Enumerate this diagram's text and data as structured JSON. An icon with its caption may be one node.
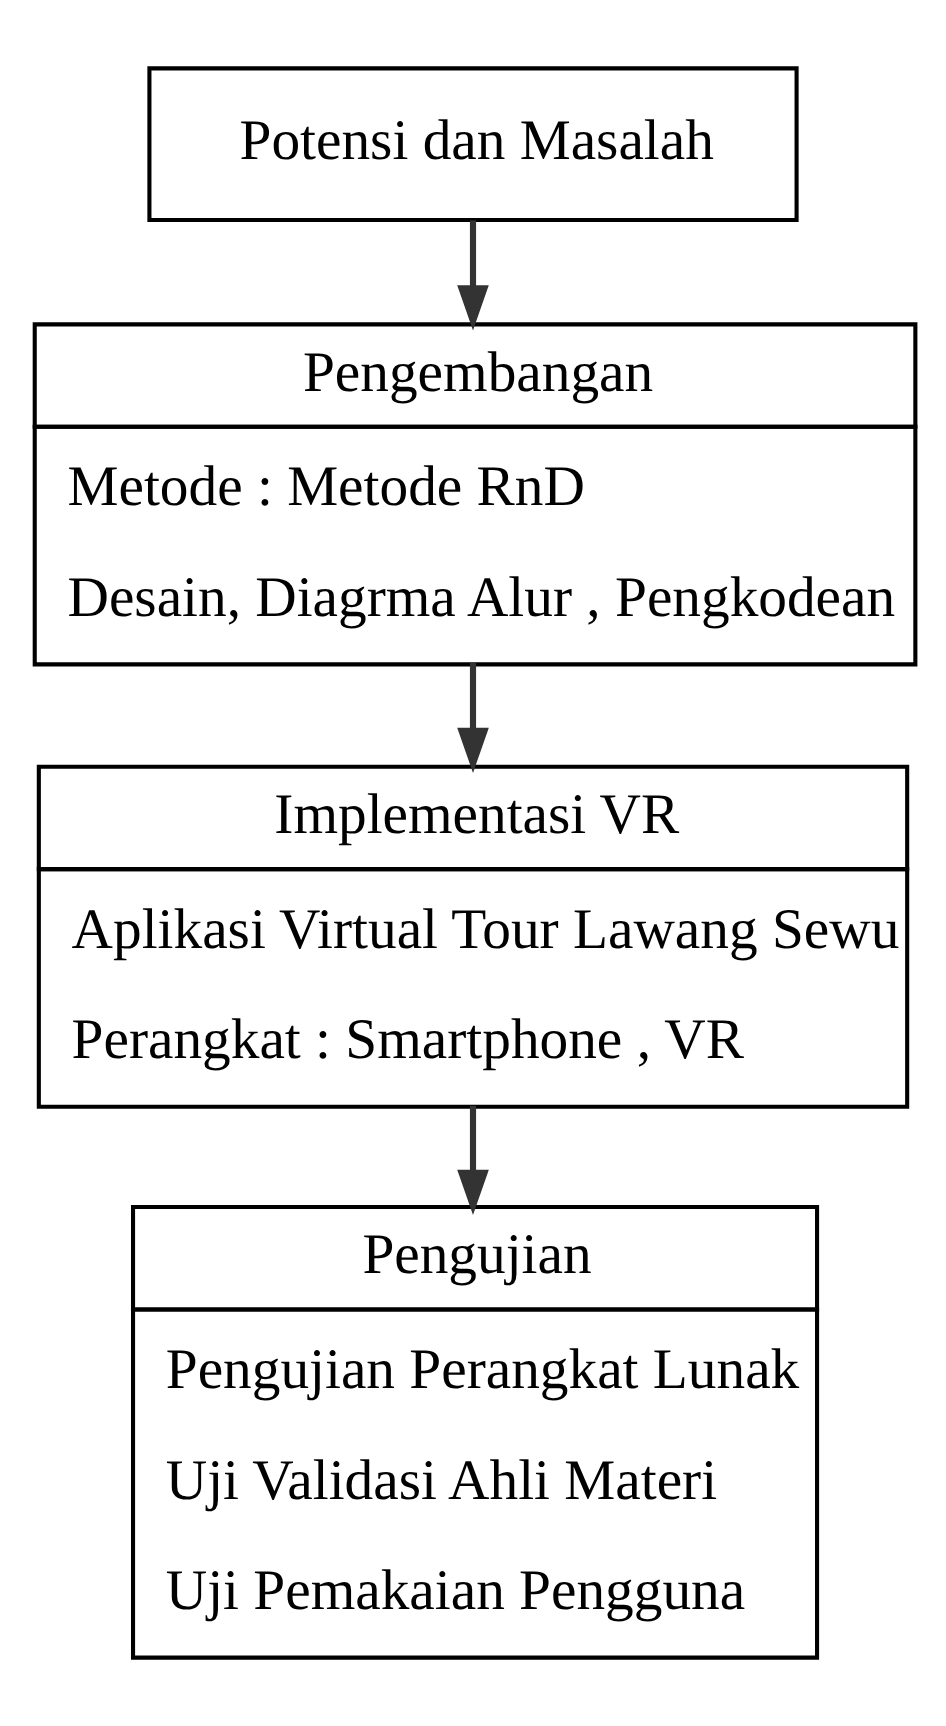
{
  "diagram": {
    "nodes": [
      {
        "text": [
          "Potensi dan Masalah"
        ]
      },
      {
        "text": [
          "Pengembangan",
          "Metode : Metode RnD",
          "Desain, Diagrma Alur , Pengkodean"
        ]
      },
      {
        "text": [
          "Implementasi VR",
          "Aplikasi Virtual Tour Lawang Sewu",
          "Perangkat : Smartphone , VR"
        ]
      },
      {
        "text": [
          "Pengujian",
          "Pengujian Perangkat Lunak",
          "Uji Validasi Ahli Materi",
          "Uji Pemakaian Pengguna"
        ]
      }
    ],
    "edges": [
      {
        "from": 0,
        "to": 1,
        "arrow": "to"
      },
      {
        "from": 1,
        "to": 2,
        "arrow": "to"
      },
      {
        "from": 2,
        "to": 3,
        "arrow": "to"
      }
    ]
  }
}
